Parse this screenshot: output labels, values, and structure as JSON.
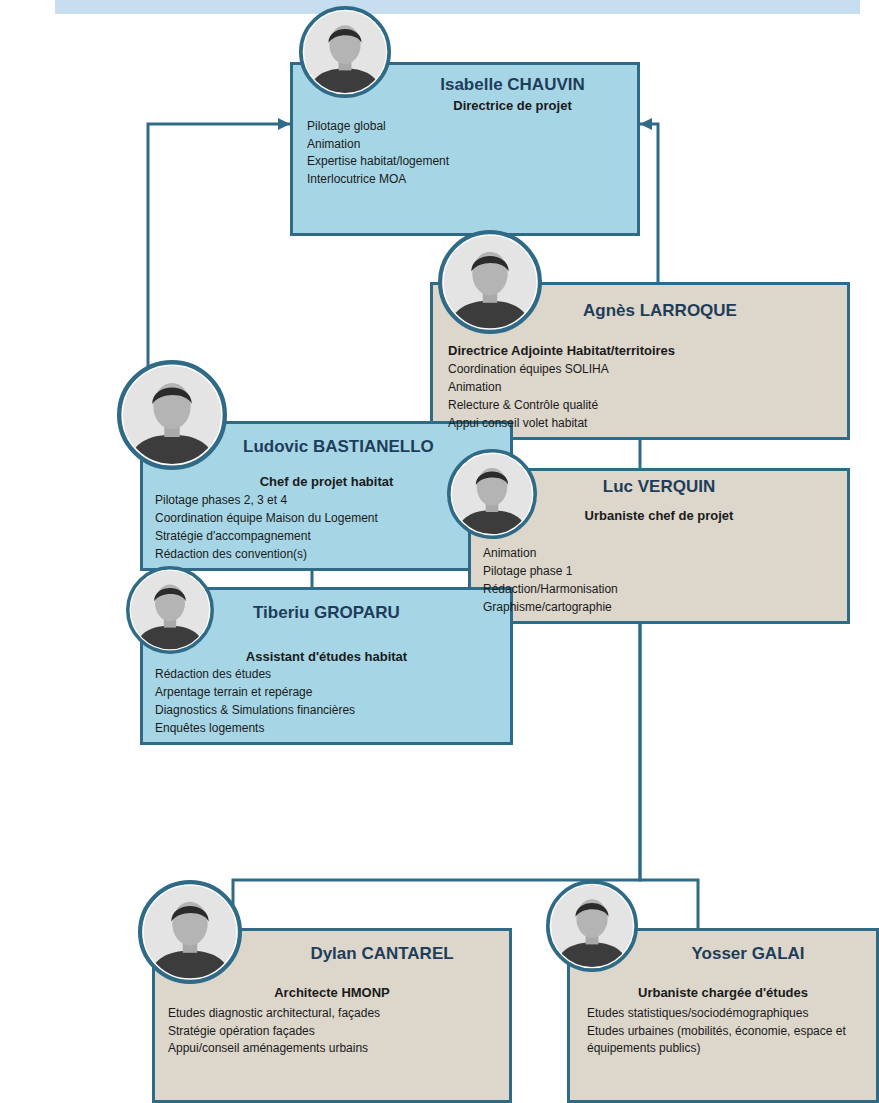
{
  "diagram": {
    "nodes": [
      {
        "text": [
          "Isabelle CHAUVIN",
          "Directrice de projet",
          "Pilotage global",
          "Animation",
          "Expertise habitat/logement",
          "Interlocutrice MOA"
        ]
      },
      {
        "text": [
          "Agnès LARROQUE",
          "Directrice Adjointe Habitat/territoires",
          "Coordination équipes SOLIHA",
          "Animation",
          "Relecture & Contrôle qualité",
          "Appui conseil volet habitat"
        ]
      },
      {
        "text": [
          "Ludovic BASTIANELLO",
          "Chef de projet habitat",
          "Pilotage phases 2, 3 et 4",
          "Coordination équipe Maison du Logement",
          "Stratégie d'accompagnement",
          "Rédaction des convention(s)"
        ]
      },
      {
        "text": [
          "Luc VERQUIN",
          "Urbaniste chef de projet",
          "Animation",
          "Pilotage phase 1",
          "Rédaction/Harmonisation",
          "Graphisme/cartographie"
        ]
      },
      {
        "text": [
          "Tiberiu GROPARU",
          "Assistant d'études habitat",
          "Rédaction des études",
          "Arpentage terrain et repérage",
          "Diagnostics & Simulations financières",
          "Enquêtes logements"
        ]
      },
      {
        "text": [
          "Dylan CANTAREL",
          "Architecte HMONP",
          "Etudes diagnostic architectural, façades",
          "Stratégie opération façades",
          "Appui/conseil aménagements urbains"
        ]
      },
      {
        "text": [
          "Yosser GALAI",
          "Urbaniste chargée d'études",
          "Etudes statistiques/sociodémographiques",
          "Etudes urbaines (mobilités, économie, espace et équipements publics)"
        ]
      }
    ],
    "edges": [
      {
        "from": 2,
        "to": 0,
        "arrow": "to"
      },
      {
        "from": 1,
        "to": 0,
        "arrow": "to"
      },
      {
        "from": 2,
        "to": 4,
        "arrow": "none"
      },
      {
        "from": 1,
        "to": 3,
        "arrow": "none"
      },
      {
        "from": 3,
        "to": 5,
        "arrow": "none"
      },
      {
        "from": 3,
        "to": 6,
        "arrow": "none"
      }
    ]
  }
}
